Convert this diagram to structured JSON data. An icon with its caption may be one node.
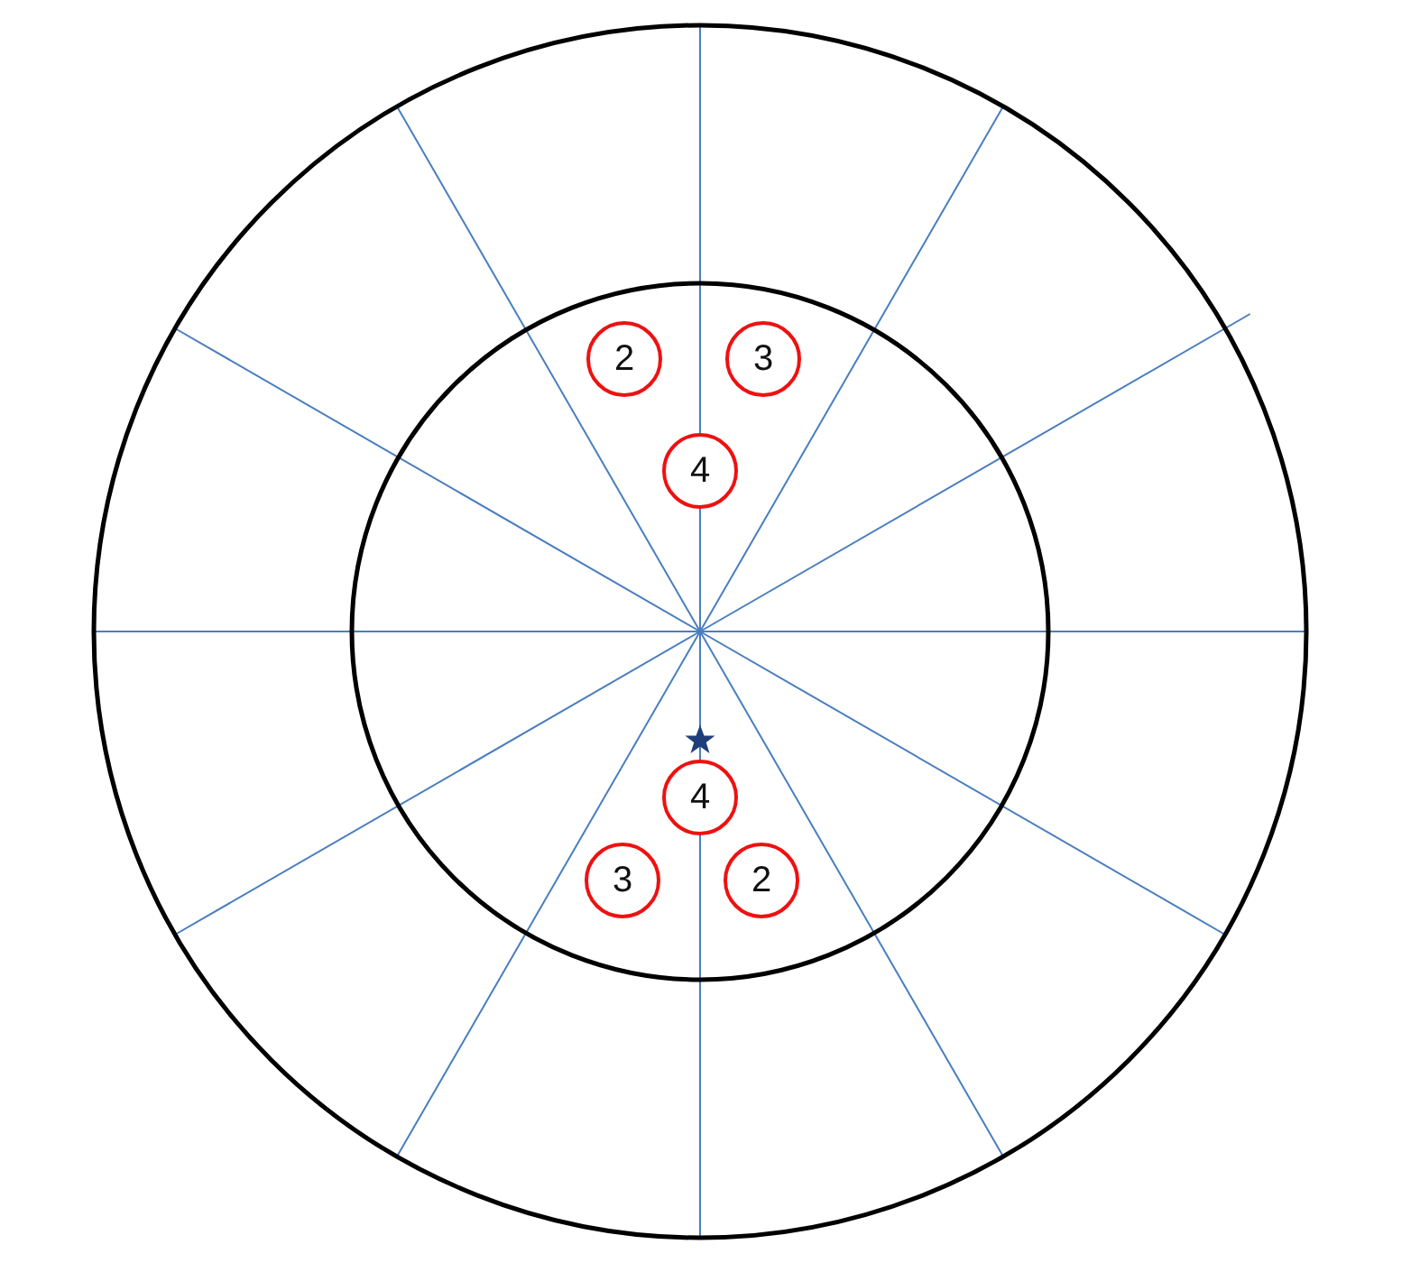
{
  "diagram": {
    "nodes": [
      {
        "text": [
          "2"
        ]
      },
      {
        "text": [
          "3"
        ]
      },
      {
        "text": [
          "4"
        ]
      },
      {
        "text": [
          "4"
        ]
      },
      {
        "text": [
          "3"
        ]
      },
      {
        "text": [
          "2"
        ]
      }
    ]
  }
}
